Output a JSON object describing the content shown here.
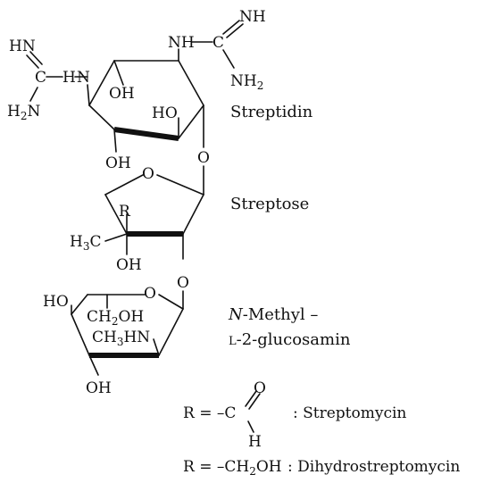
{
  "atoms": {
    "nh": "NH",
    "hn": "HN",
    "nh_link": "NH",
    "c": "C",
    "n": "N",
    "h2n_h": "H",
    "h2n_2": "2",
    "h2n_n": "N",
    "nh2_nh": "NH",
    "nh2_2": "2",
    "nh_left": "N",
    "h_left": "H",
    "oh": "OH",
    "ho": "HO",
    "o": "O",
    "r": "R",
    "h3c_h": "H",
    "h3c_3": "3",
    "h3c_c": "C",
    "ch2oh_ch": "CH",
    "ch2oh_2": "2",
    "ch2oh_oh": "OH",
    "ch3hn_ch": "CH",
    "ch3hn_3": "3",
    "ch3hn_hn": "HN",
    "h": "H"
  },
  "labels": {
    "streptidin": "Streptidin",
    "streptose": "Streptose",
    "n_italic": "N",
    "methyl": "-Methyl –",
    "glucosamin_l": "L",
    "glucosamin_rest": "-2-glucosamin"
  },
  "legend": {
    "r_eq": "R = –C",
    "streptomycin": ": Streptomycin",
    "r_eq2": "R = –CH",
    "sub2": "2",
    "oh2": "OH",
    "dihydro": ": Dihydrostreptomycin"
  }
}
